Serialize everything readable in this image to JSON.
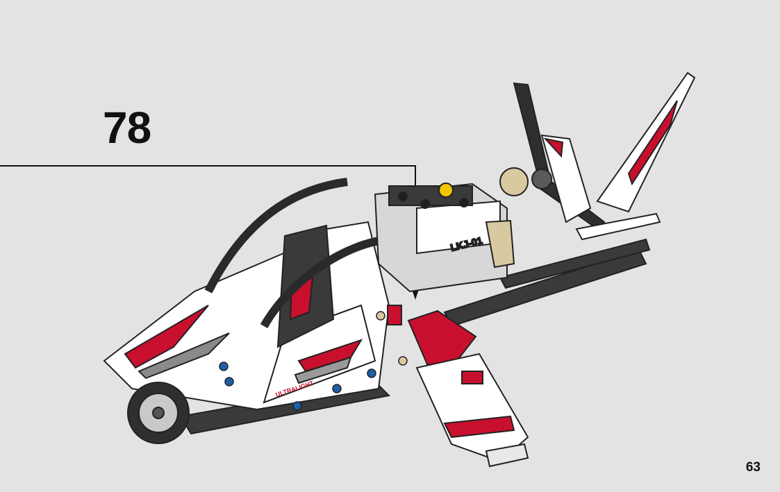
{
  "page": {
    "step_number": "78",
    "page_number": "63"
  },
  "model": {
    "decal_code": "LKJ-01",
    "decal_brand": "ULTRALIGHT"
  },
  "colors": {
    "background": "#e3e3e3",
    "body_white": "#ffffff",
    "accent_red": "#c8102e",
    "dark_gray": "#3a3a3a",
    "mid_gray": "#8a8a8a",
    "tan": "#d9c9a0",
    "yellow": "#f2c500",
    "blue": "#1f5fa8"
  }
}
